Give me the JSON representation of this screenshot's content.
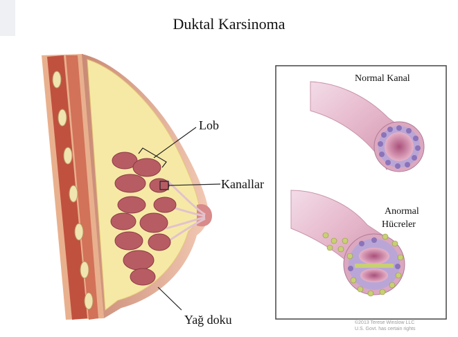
{
  "title": "Duktal Karsinoma",
  "labels": {
    "lob": "Lob",
    "kanallar": "Kanallar",
    "yag_doku": "Yağ doku",
    "normal_kanal": "Normal Kanal",
    "anormal_line1": "Anormal",
    "anormal_line2": "Hücreler"
  },
  "copyright": {
    "line1": "©2013 Terese Winslow LLC",
    "line2": "U.S. Govt. has certain rights"
  },
  "colors": {
    "fat": "#f6e9a6",
    "lobule": "#b85c63",
    "duct_wall": "#d9a2b8",
    "cell": "#8b73b9",
    "abnormal_cell": "#c8cf74"
  }
}
